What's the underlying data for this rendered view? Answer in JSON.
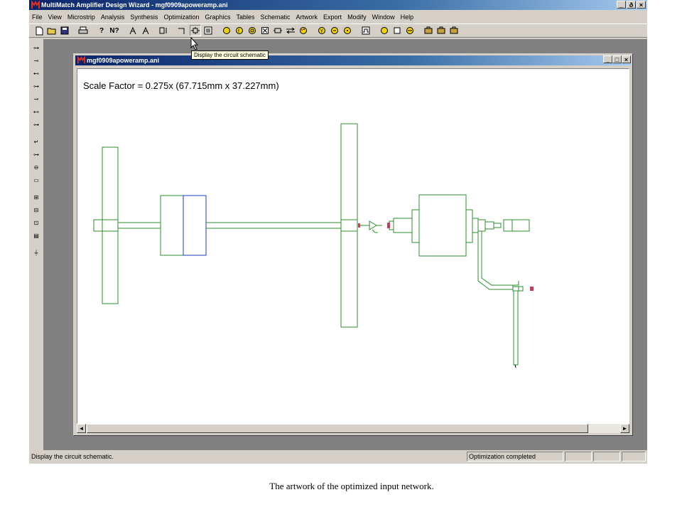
{
  "app": {
    "title": "MultiMatch Amplifier Design Wizard - mgf0909apoweramp.ani",
    "window_buttons": [
      "_",
      "ð",
      "×"
    ]
  },
  "menu": [
    "File",
    "View",
    "Microstrip",
    "Analysis",
    "Synthesis",
    "Optimization",
    "Graphics",
    "Tables",
    "Schematic",
    "Artwork",
    "Export",
    "Modify",
    "Window",
    "Help"
  ],
  "toolbar": {
    "tooltip": "Display the circuit schematic"
  },
  "child_window": {
    "title": "mgf0909apoweramp.ani",
    "window_buttons": [
      "_",
      "□",
      "×"
    ],
    "scale_text": "Scale Factor =  0.275x (67.715mm x 37.227mm)"
  },
  "scrollbar": {
    "left_arrow": "◄",
    "right_arrow": "►"
  },
  "status": {
    "message": "Display the circuit schematic.",
    "panel": "Optimization completed"
  },
  "caption": "The artwork of the optimized input network.",
  "colors": {
    "trace": "#2e8b2e",
    "highlight": "#1e3cc8",
    "title_dark": "#0a246a"
  }
}
